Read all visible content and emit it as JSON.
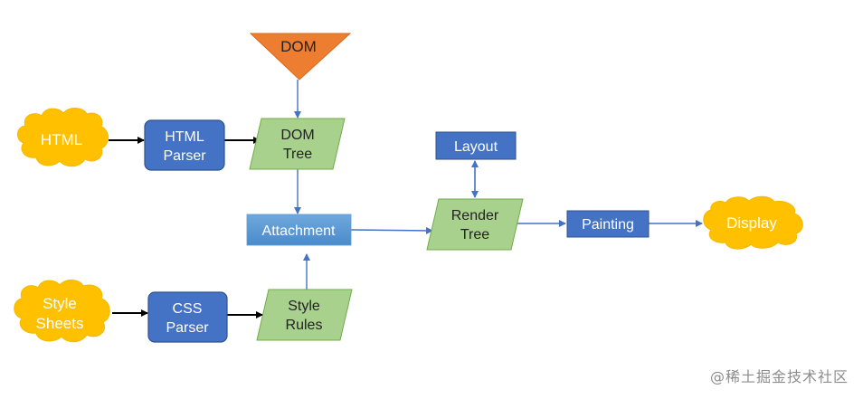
{
  "nodes": {
    "dom": "DOM",
    "html": "HTML",
    "html_parser": [
      "HTML",
      "Parser"
    ],
    "dom_tree": [
      "DOM",
      "Tree"
    ],
    "layout": "Layout",
    "attachment": "Attachment",
    "render_tree": [
      "Render",
      "Tree"
    ],
    "painting": "Painting",
    "display": "Display",
    "style_sheets": [
      "Style",
      "Sheets"
    ],
    "css_parser": [
      "CSS",
      "Parser"
    ],
    "style_rules": [
      "Style",
      "Rules"
    ]
  },
  "watermark": "@稀土掘金技术社区",
  "colors": {
    "cloud": "#FFC000",
    "cloud_stroke": "#F5B800",
    "parser_box": "#4472C4",
    "parser_stroke": "#2F528F",
    "parallelogram": "#A9D18E",
    "parallelogram_stroke": "#70AD47",
    "triangle": "#ED7D31",
    "attachment": "#5B9BD5",
    "connector_blue": "#4472C4",
    "connector_black": "#000000"
  }
}
